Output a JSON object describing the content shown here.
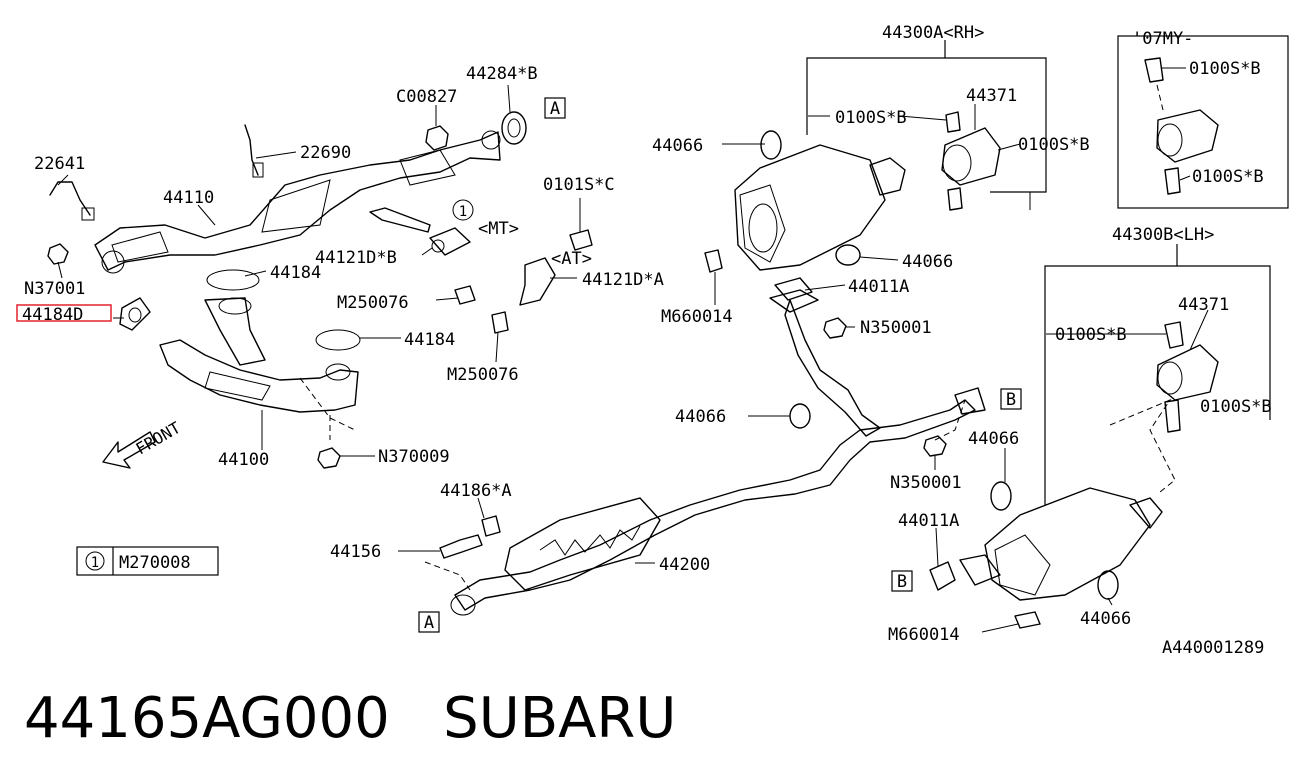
{
  "diagram": {
    "ref_number": "A440001289",
    "front_label": "FRONT",
    "legend": {
      "symbol": "1",
      "code": "M270008"
    },
    "group_labels": {
      "rh": "44300A<RH>",
      "lh": "44300B<LH>",
      "my07": "'07MY-"
    },
    "callouts": {
      "l22641": "22641",
      "l44110": "44110",
      "l22690": "22690",
      "lC00827": "C00827",
      "l44284B": "44284*B",
      "l44121DB": "44121D*B",
      "lMT": "<MT>",
      "l0101SC": "0101S*C",
      "lAT": "<AT>",
      "l44121DA": "44121D*A",
      "lN37001": "N37001",
      "l44184_top": "44184",
      "l44184D": "44184D",
      "lM250076a": "M250076",
      "lM250076b": "M250076",
      "l44184_mid": "44184",
      "l44100": "44100",
      "lN370009": "N370009",
      "l44066_a": "44066",
      "l0100SB_rh1": "0100S*B",
      "l44371_rh": "44371",
      "l0100SB_rh2": "0100S*B",
      "l44066_b": "44066",
      "lM660014_a": "M660014",
      "l44011A_a": "44011A",
      "lN350001_a": "N350001",
      "l0100SB_my1": "0100S*B",
      "l0100SB_my2": "0100S*B",
      "l44371_lh": "44371",
      "l0100SB_lh1": "0100S*B",
      "l0100SB_lh2": "0100S*B",
      "l44066_c": "44066",
      "l44066_d": "44066",
      "lN350001_b": "N350001",
      "l44186A": "44186*A",
      "l44156": "44156",
      "l44200": "44200",
      "l44011A_b": "44011A",
      "lM660014_b": "M660014",
      "l44066_e": "44066"
    },
    "box_marks": {
      "a_top": "A",
      "b_right": "B",
      "a_bottom": "A",
      "b_lower": "B"
    }
  },
  "caption": {
    "part_number": "44165AG000",
    "brand": "SUBARU"
  }
}
